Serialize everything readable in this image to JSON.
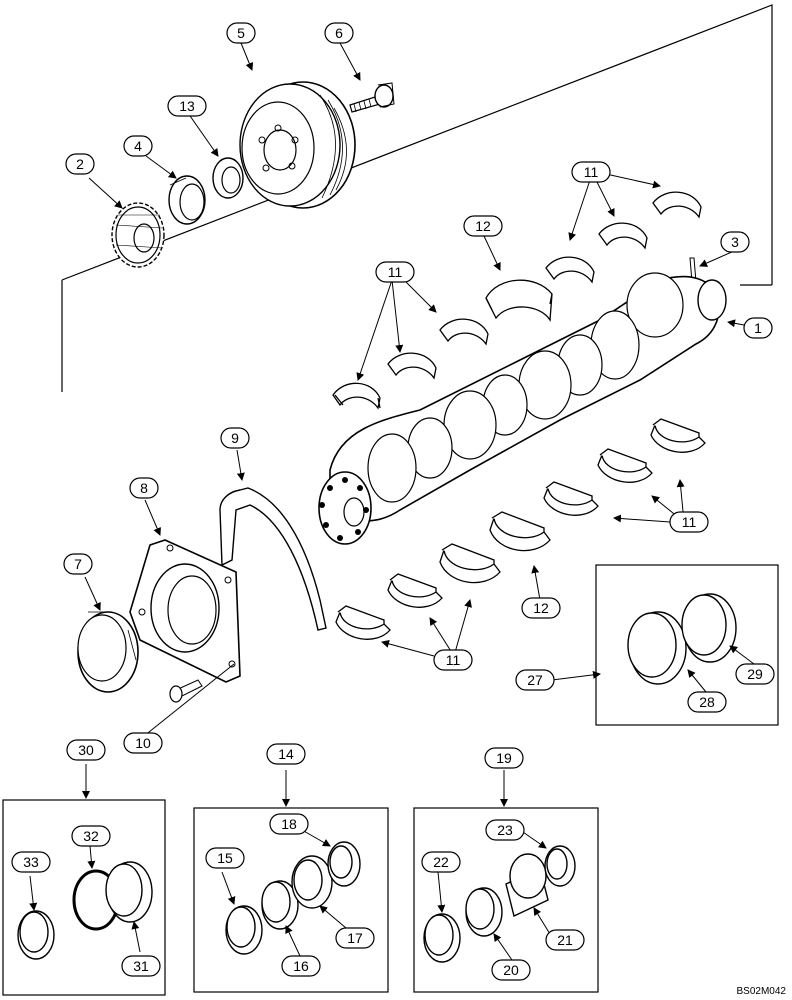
{
  "diagram": {
    "drawing_code": "BS02M042",
    "callouts": [
      {
        "id": "c1",
        "label": "1"
      },
      {
        "id": "c2",
        "label": "2"
      },
      {
        "id": "c3",
        "label": "3"
      },
      {
        "id": "c4",
        "label": "4"
      },
      {
        "id": "c5",
        "label": "5"
      },
      {
        "id": "c6",
        "label": "6"
      },
      {
        "id": "c7",
        "label": "7"
      },
      {
        "id": "c8",
        "label": "8"
      },
      {
        "id": "c9",
        "label": "9"
      },
      {
        "id": "c10",
        "label": "10"
      },
      {
        "id": "c11a",
        "label": "11"
      },
      {
        "id": "c11b",
        "label": "11"
      },
      {
        "id": "c11c",
        "label": "11"
      },
      {
        "id": "c11d",
        "label": "11"
      },
      {
        "id": "c12a",
        "label": "12"
      },
      {
        "id": "c12b",
        "label": "12"
      },
      {
        "id": "c13",
        "label": "13"
      },
      {
        "id": "c14",
        "label": "14"
      },
      {
        "id": "c15",
        "label": "15"
      },
      {
        "id": "c16",
        "label": "16"
      },
      {
        "id": "c17",
        "label": "17"
      },
      {
        "id": "c18",
        "label": "18"
      },
      {
        "id": "c19",
        "label": "19"
      },
      {
        "id": "c20",
        "label": "20"
      },
      {
        "id": "c21",
        "label": "21"
      },
      {
        "id": "c22",
        "label": "22"
      },
      {
        "id": "c23",
        "label": "23"
      },
      {
        "id": "c27",
        "label": "27"
      },
      {
        "id": "c28",
        "label": "28"
      },
      {
        "id": "c29",
        "label": "29"
      },
      {
        "id": "c30",
        "label": "30"
      },
      {
        "id": "c31",
        "label": "31"
      },
      {
        "id": "c32",
        "label": "32"
      },
      {
        "id": "c33",
        "label": "33"
      }
    ]
  }
}
